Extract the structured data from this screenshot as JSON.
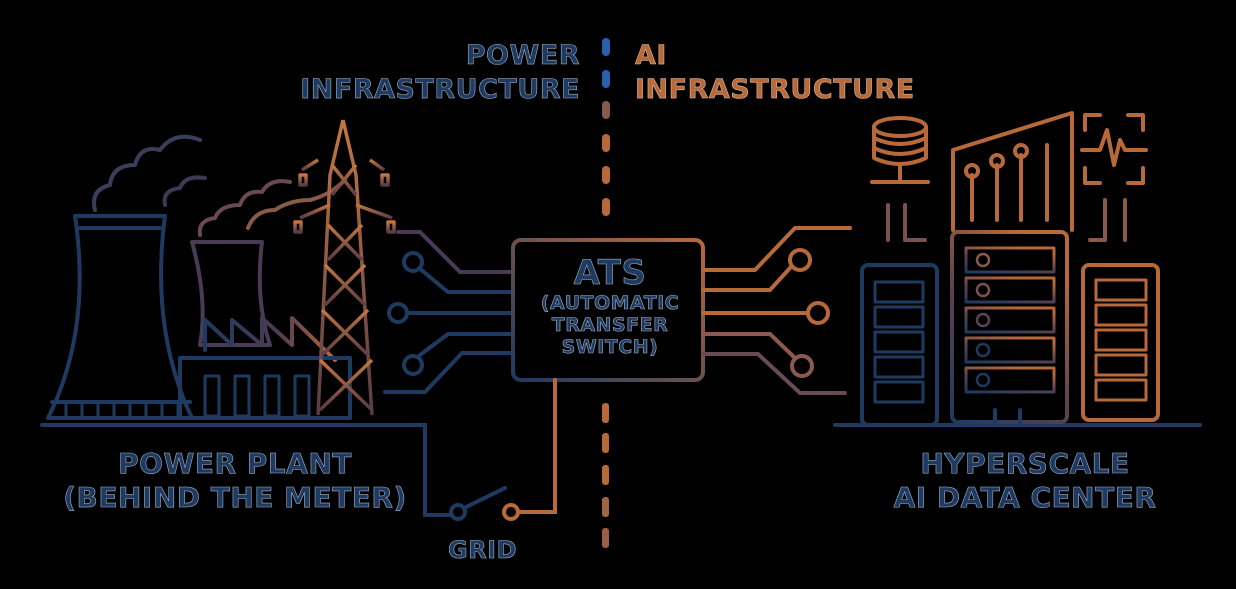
{
  "header": {
    "left": {
      "line1": "POWER",
      "line2": "INFRASTRUCTURE"
    },
    "right": {
      "line1": "AI",
      "line2": "INFRASTRUCTURE"
    }
  },
  "nodes": {
    "power_plant": {
      "line1": "POWER PLANT",
      "line2": "(BEHIND THE METER)",
      "icon": "power-plant-icon"
    },
    "ats": {
      "title": "ATS",
      "line1": "(AUTOMATIC",
      "line2": "TRANSFER",
      "line3": "SWITCH)",
      "icon": "transfer-switch-box"
    },
    "data_center": {
      "line1": "HYPERSCALE",
      "line2": "AI DATA CENTER",
      "icon": "data-center-icon"
    },
    "grid": {
      "label": "GRID",
      "icon": "switch-icon"
    }
  },
  "colors": {
    "background": "#000000",
    "power": "#1e3a60",
    "ai": "#b8693a",
    "divider_power": "#2a5fb0",
    "divider_ai": "#b8693a"
  }
}
